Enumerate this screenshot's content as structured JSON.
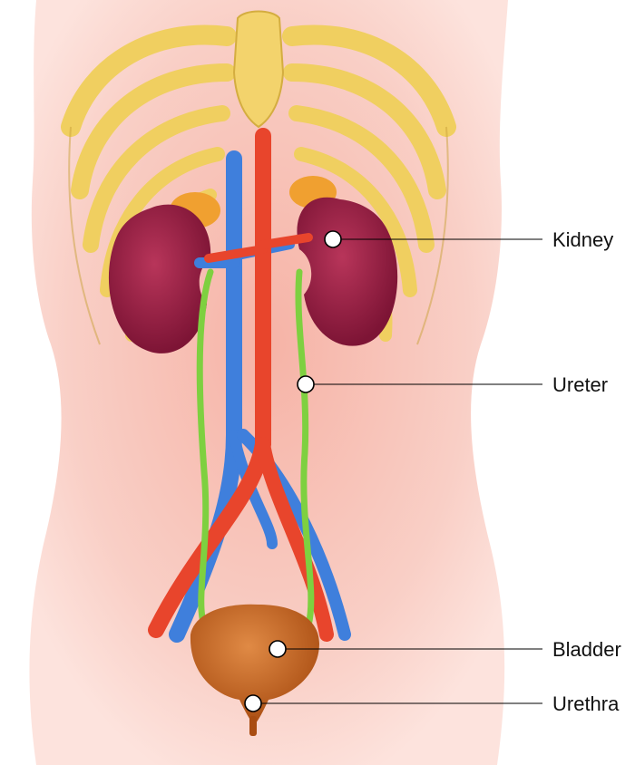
{
  "labels": {
    "kidney": "Kidney",
    "ureter": "Ureter",
    "bladder": "Bladder",
    "urethra": "Urethra"
  },
  "colors": {
    "skin": "#f7c9bf",
    "ribs": "#f2d46a",
    "kidney": "#9e1f46",
    "adrenal": "#f0a030",
    "artery": "#e8452c",
    "vein": "#3f7fdc",
    "ureter": "#7ed040",
    "bladder": "#c4611c"
  }
}
